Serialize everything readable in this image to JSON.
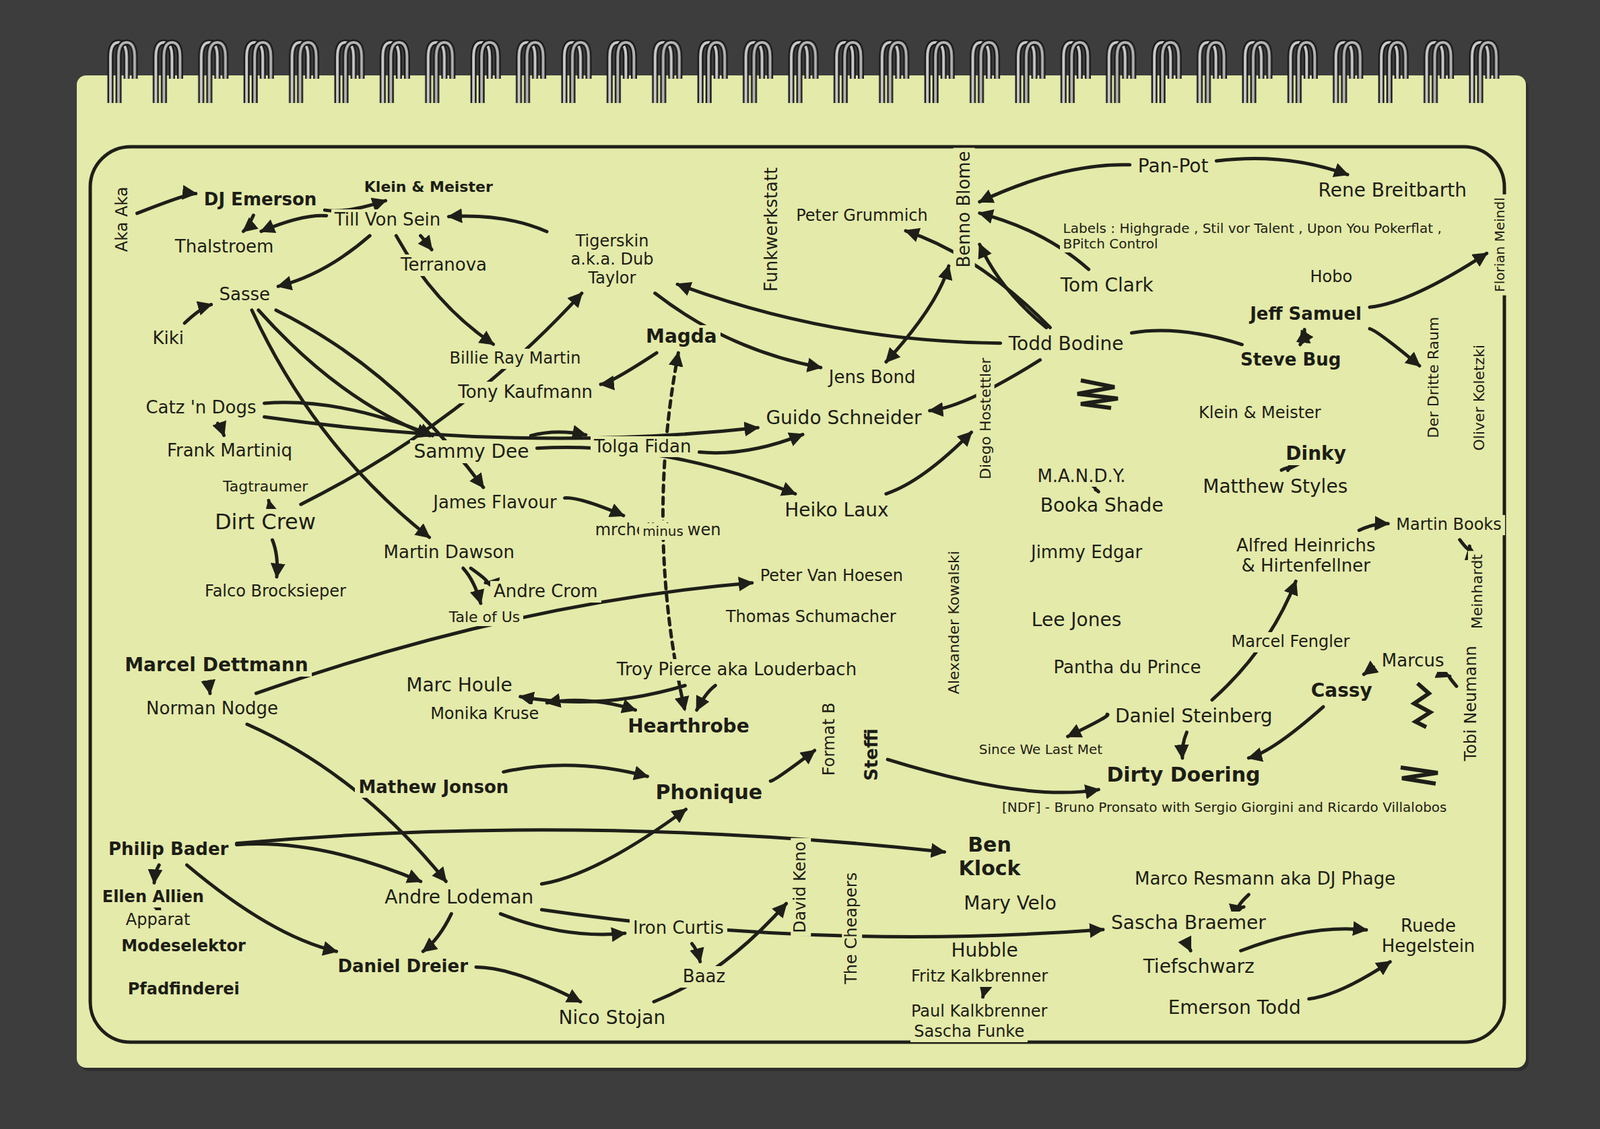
{
  "diagram": {
    "nodes": [
      {
        "text": [
          "Aka Aka"
        ]
      },
      {
        "text": [
          "DJ Emerson"
        ]
      },
      {
        "text": [
          "Klein & Meister"
        ]
      },
      {
        "text": [
          "Till Von Sein"
        ]
      },
      {
        "text": [
          "Thalstroem"
        ]
      },
      {
        "text": [
          "Terranova"
        ]
      },
      {
        "text": [
          "Tigerskin a.k.a. Dub Taylor"
        ]
      },
      {
        "text": [
          "Funkwerkstatt"
        ]
      },
      {
        "text": [
          "Peter Grummich"
        ]
      },
      {
        "text": [
          "Benno Blome"
        ]
      },
      {
        "text": [
          "Pan-Pot"
        ]
      },
      {
        "text": [
          "Rene Breitbarth"
        ]
      },
      {
        "text": [
          "Hobo"
        ]
      },
      {
        "text": [
          "Florian Meindl"
        ]
      },
      {
        "text": [
          "Tom Clark"
        ]
      },
      {
        "text": [
          "Sasse"
        ]
      },
      {
        "text": [
          "Kiki"
        ]
      },
      {
        "text": [
          "Magda"
        ]
      },
      {
        "text": [
          "Billie Ray Martin"
        ]
      },
      {
        "text": [
          "Tony Kaufmann"
        ]
      },
      {
        "text": [
          "Jens Bond"
        ]
      },
      {
        "text": [
          "Todd Bodine"
        ]
      },
      {
        "text": [
          "Diego Hostettler"
        ]
      },
      {
        "text": [
          "Jeff Samuel"
        ]
      },
      {
        "text": [
          "Steve Bug"
        ]
      },
      {
        "text": [
          "Der Dritte Raum"
        ]
      },
      {
        "text": [
          "Oliver Koletzki"
        ]
      },
      {
        "text": [
          "Catz 'n Dogs"
        ]
      },
      {
        "text": [
          "Guido Schneider"
        ]
      },
      {
        "text": [
          "Klein & Meister"
        ]
      },
      {
        "text": [
          "Frank Martiniq"
        ]
      },
      {
        "text": [
          "Sammy Dee"
        ]
      },
      {
        "text": [
          "Tolga Fidan"
        ]
      },
      {
        "text": [
          "Tagtraumer"
        ]
      },
      {
        "text": [
          "Dirt Crew"
        ]
      },
      {
        "text": [
          "James Flavour"
        ]
      },
      {
        "text": [
          "mrchellei Owen"
        ]
      },
      {
        "text": [
          "Heiko Laux"
        ]
      },
      {
        "text": [
          "M.A.N.D.Y."
        ]
      },
      {
        "text": [
          "Booka Shade"
        ]
      },
      {
        "text": [
          "Dinky"
        ]
      },
      {
        "text": [
          "Matthew Styles"
        ]
      },
      {
        "text": [
          "Alfred Heinrichs & Hirtenfellner"
        ]
      },
      {
        "text": [
          "Martin Books"
        ]
      },
      {
        "text": [
          "Jimmy Edgar"
        ]
      },
      {
        "text": [
          "Martin Dawson"
        ]
      },
      {
        "text": [
          "Andre Crom"
        ]
      },
      {
        "text": [
          "Tale of Us"
        ]
      },
      {
        "text": [
          "Falco Brocksieper"
        ]
      },
      {
        "text": [
          "Peter Van Hoesen"
        ]
      },
      {
        "text": [
          "Thomas Schumacher"
        ]
      },
      {
        "text": [
          "Alexander Kowalski"
        ]
      },
      {
        "text": [
          "Lee Jones"
        ]
      },
      {
        "text": [
          "Meinhardt"
        ]
      },
      {
        "text": [
          "Tobi Neumann"
        ]
      },
      {
        "text": [
          "Marcel Dettmann"
        ]
      },
      {
        "text": [
          "Pantha du Prince"
        ]
      },
      {
        "text": [
          "Marcel Fengler"
        ]
      },
      {
        "text": [
          "Marcus"
        ]
      },
      {
        "text": [
          "Troy Pierce aka Louderbach"
        ]
      },
      {
        "text": [
          "Marc Houle"
        ]
      },
      {
        "text": [
          "Monika Kruse"
        ]
      },
      {
        "text": [
          "Hearthrobe"
        ]
      },
      {
        "text": [
          "Norman Nodge"
        ]
      },
      {
        "text": [
          "Cassy"
        ]
      },
      {
        "text": [
          "Daniel Steinberg"
        ]
      },
      {
        "text": [
          "Format B"
        ]
      },
      {
        "text": [
          "Steffi"
        ]
      },
      {
        "text": [
          "Since We Last Met"
        ]
      },
      {
        "text": [
          "Dirty Doering"
        ]
      },
      {
        "text": [
          "Mathew Jonson"
        ]
      },
      {
        "text": [
          "Phonique"
        ]
      },
      {
        "text": [
          "[NDF] - Bruno Pronsato with Sergio Giorgini and Ricardo Villalobos"
        ]
      },
      {
        "text": [
          "Philip Bader"
        ]
      },
      {
        "text": [
          "Ben Klock"
        ]
      },
      {
        "text": [
          "Marco Resmann aka DJ Phage"
        ]
      },
      {
        "text": [
          "Ellen Allien"
        ]
      },
      {
        "text": [
          "Apparat"
        ]
      },
      {
        "text": [
          "Modeselektor"
        ]
      },
      {
        "text": [
          "Pfadfinderei"
        ]
      },
      {
        "text": [
          "Andre Lodeman"
        ]
      },
      {
        "text": [
          "Mary Velo"
        ]
      },
      {
        "text": [
          "David Keno"
        ]
      },
      {
        "text": [
          "The Cheapers"
        ]
      },
      {
        "text": [
          "Iron Curtis"
        ]
      },
      {
        "text": [
          "Baaz"
        ]
      },
      {
        "text": [
          "Sascha Braemer"
        ]
      },
      {
        "text": [
          "Ruede Hegelstein"
        ]
      },
      {
        "text": [
          "Daniel Dreier"
        ]
      },
      {
        "text": [
          "Hubble"
        ]
      },
      {
        "text": [
          "Fritz Kalkbrenner"
        ]
      },
      {
        "text": [
          "Tiefschwarz"
        ]
      },
      {
        "text": [
          "Paul Kalkbrenner"
        ]
      },
      {
        "text": [
          "Sascha Funke"
        ]
      },
      {
        "text": [
          "Emerson Todd"
        ]
      },
      {
        "text": [
          "Nico Stojan"
        ]
      }
    ],
    "edges": [
      {
        "from": 0,
        "to": 1,
        "arrow": "to"
      },
      {
        "from": 1,
        "to": 2,
        "arrow": "to"
      },
      {
        "from": 1,
        "to": 4,
        "arrow": "to"
      },
      {
        "from": 3,
        "to": 4,
        "arrow": "to"
      },
      {
        "from": 3,
        "to": 5,
        "arrow": "to"
      },
      {
        "from": 6,
        "to": 3,
        "arrow": "to"
      },
      {
        "from": 3,
        "to": 15,
        "arrow": "to"
      },
      {
        "from": 3,
        "to": 18,
        "arrow": "to"
      },
      {
        "from": 16,
        "to": 15,
        "arrow": "to"
      },
      {
        "from": 15,
        "to": 31,
        "arrow": "to"
      },
      {
        "from": 15,
        "to": 35,
        "arrow": "to"
      },
      {
        "from": 15,
        "to": 45,
        "arrow": "to"
      },
      {
        "from": 27,
        "to": 31,
        "arrow": "to"
      },
      {
        "from": 27,
        "to": 28,
        "arrow": "to"
      },
      {
        "from": 31,
        "to": 32,
        "arrow": "to"
      },
      {
        "from": 32,
        "to": 28,
        "arrow": "to"
      },
      {
        "from": 17,
        "to": 19,
        "arrow": "to"
      },
      {
        "from": 6,
        "to": 20,
        "arrow": "to"
      },
      {
        "from": 21,
        "to": 6,
        "arrow": "to"
      },
      {
        "from": 21,
        "to": 8,
        "arrow": "to"
      },
      {
        "from": 21,
        "to": 9,
        "arrow": "to"
      },
      {
        "from": 20,
        "to": 9,
        "arrow": "both"
      },
      {
        "from": 21,
        "to": 28,
        "arrow": "to"
      },
      {
        "from": 14,
        "to": 9,
        "arrow": "to"
      },
      {
        "from": 10,
        "to": 11,
        "arrow": "to"
      },
      {
        "from": 10,
        "to": 9,
        "arrow": "to"
      },
      {
        "from": 23,
        "to": 24,
        "arrow": "both"
      },
      {
        "from": 23,
        "to": 13,
        "arrow": "to"
      },
      {
        "from": 23,
        "to": 25,
        "arrow": "to"
      },
      {
        "from": 24,
        "to": 21,
        "arrow": "none"
      },
      {
        "from": 27,
        "to": 30,
        "arrow": "to"
      },
      {
        "from": 34,
        "to": 33,
        "arrow": "to"
      },
      {
        "from": 34,
        "to": 48,
        "arrow": "to"
      },
      {
        "from": 34,
        "to": 6,
        "arrow": "to"
      },
      {
        "from": 45,
        "to": 47,
        "arrow": "to"
      },
      {
        "from": 45,
        "to": 46,
        "arrow": "to"
      },
      {
        "from": 31,
        "to": 37,
        "arrow": "to"
      },
      {
        "from": 37,
        "to": 22,
        "arrow": "to"
      },
      {
        "from": 63,
        "to": 49,
        "arrow": "to"
      },
      {
        "from": 55,
        "to": 63,
        "arrow": "to"
      },
      {
        "from": 59,
        "to": 60,
        "arrow": "to"
      },
      {
        "from": 59,
        "to": 62,
        "arrow": "to"
      },
      {
        "from": 61,
        "to": 62,
        "arrow": "both"
      },
      {
        "from": 17,
        "to": 62,
        "label": "minus",
        "arrow": "both"
      },
      {
        "from": 42,
        "to": 43,
        "arrow": "to"
      },
      {
        "from": 40,
        "to": 41,
        "arrow": "to"
      },
      {
        "from": 43,
        "to": 53,
        "arrow": "to"
      },
      {
        "from": 58,
        "to": 64,
        "arrow": "to"
      },
      {
        "from": 64,
        "to": 69,
        "arrow": "to"
      },
      {
        "from": 65,
        "to": 69,
        "arrow": "to"
      },
      {
        "from": 38,
        "to": 39,
        "arrow": "to"
      },
      {
        "from": 73,
        "to": 76,
        "arrow": "to"
      },
      {
        "from": 73,
        "to": 80,
        "arrow": "to"
      },
      {
        "from": 73,
        "to": 88,
        "arrow": "to"
      },
      {
        "from": 73,
        "to": 74,
        "arrow": "to"
      },
      {
        "from": 80,
        "to": 71,
        "arrow": "to"
      },
      {
        "from": 80,
        "to": 88,
        "arrow": "to"
      },
      {
        "from": 80,
        "to": 84,
        "arrow": "to"
      },
      {
        "from": 84,
        "to": 85,
        "arrow": "to"
      },
      {
        "from": 95,
        "to": 82,
        "arrow": "to"
      },
      {
        "from": 88,
        "to": 95,
        "arrow": "to"
      },
      {
        "from": 80,
        "to": 86,
        "arrow": "to"
      },
      {
        "from": 75,
        "to": 86,
        "arrow": "to"
      },
      {
        "from": 86,
        "to": 91,
        "arrow": "to"
      },
      {
        "from": 91,
        "to": 87,
        "arrow": "to"
      },
      {
        "from": 94,
        "to": 87,
        "arrow": "to"
      },
      {
        "from": 90,
        "to": 92,
        "arrow": "to"
      },
      {
        "from": 65,
        "to": 68,
        "arrow": "to"
      },
      {
        "from": 70,
        "to": 71,
        "arrow": "to"
      },
      {
        "from": 71,
        "to": 66,
        "arrow": "to"
      },
      {
        "from": 63,
        "to": 80,
        "arrow": "to"
      },
      {
        "from": 67,
        "to": 69,
        "arrow": "to"
      },
      {
        "from": 76,
        "to": 77,
        "arrow": "both"
      },
      {
        "from": 65,
        "to": 42,
        "arrow": "to"
      },
      {
        "from": 35,
        "to": 36,
        "arrow": "to"
      },
      {
        "from": 54,
        "to": 58,
        "arrow": "to"
      }
    ],
    "labels": [
      "Labels : Highgrade , Stil vor Talent , Upon You Pokerflat , BPitch Control"
    ]
  }
}
